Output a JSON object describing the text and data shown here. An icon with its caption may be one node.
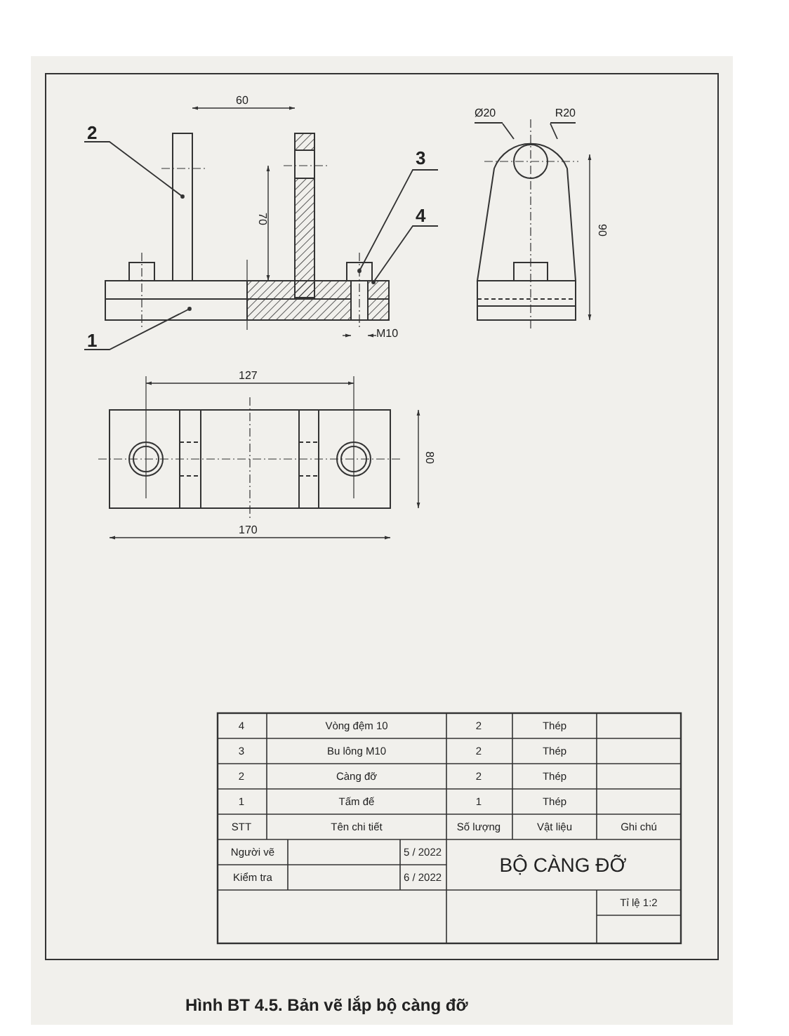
{
  "diagram": {
    "caption": "Hình BT 4.5. Bản vẽ lắp bộ càng đỡ",
    "nodes": [
      {
        "text": [
          "2"
        ]
      },
      {
        "text": [
          "3"
        ]
      },
      {
        "text": [
          "4"
        ]
      },
      {
        "text": [
          "1"
        ]
      },
      {
        "text": [
          "Ø20"
        ]
      },
      {
        "text": [
          "R20"
        ]
      }
    ],
    "edges": [
      {
        "from": 0,
        "to": null,
        "arrow": "other"
      },
      {
        "from": 1,
        "to": null,
        "arrow": "other"
      },
      {
        "from": 2,
        "to": null,
        "arrow": "other"
      },
      {
        "from": 3,
        "to": null,
        "arrow": "other"
      },
      {
        "from": 4,
        "to": null,
        "arrow": "none"
      },
      {
        "from": 5,
        "to": null,
        "arrow": "none"
      }
    ],
    "labels": [
      "60",
      "70",
      "M10",
      "90",
      "127",
      "80",
      "170",
      "4",
      "Vòng đệm 10",
      "2",
      "Thép",
      "3",
      "Bu lông M10",
      "2",
      "Thép",
      "2",
      "Càng đỡ",
      "2",
      "Thép",
      "1",
      "Tấm đế",
      "1",
      "Thép",
      "STT",
      "Tên chi tiết",
      "Số lượng",
      "Vật liệu",
      "Ghi chú",
      "Người vẽ",
      "5 / 2022",
      "BỘ CÀNG ĐỠ",
      "Kiểm tra",
      "6 / 2022",
      "Tỉ lệ 1:2"
    ]
  }
}
